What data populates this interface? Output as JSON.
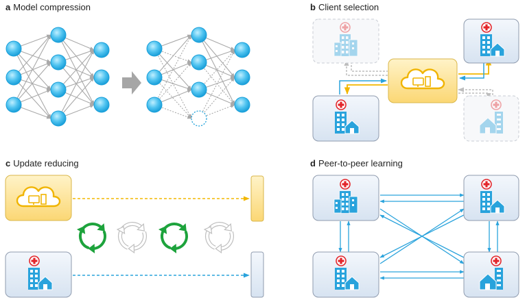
{
  "panels": {
    "a": {
      "letter": "a",
      "title": "Model compression"
    },
    "b": {
      "letter": "b",
      "title": "Client selection"
    },
    "c": {
      "letter": "c",
      "title": "Update reducing"
    },
    "d": {
      "letter": "d",
      "title": "Peer-to-peer learning"
    }
  },
  "colors": {
    "node_fill": "#4fc3f0",
    "node_stroke": "#1a9fd9",
    "edge": "#a9a9a9",
    "arrow_gray": "#bfbfbf",
    "card_fill": "#e8eff8",
    "card_stroke": "#8f9bae",
    "cloud_card_fill": "#fde8a8",
    "cloud_stroke": "#f0b400",
    "hospital_blue": "#29a3dc",
    "red_cross": "#e3262b",
    "link_blue": "#2aa3dc",
    "link_yellow": "#f2b700",
    "cycle_green": "#1da33c"
  },
  "icons": [
    "cloud-server-icon",
    "hospital-icon",
    "red-cross-icon",
    "cycle-arrow-icon"
  ]
}
